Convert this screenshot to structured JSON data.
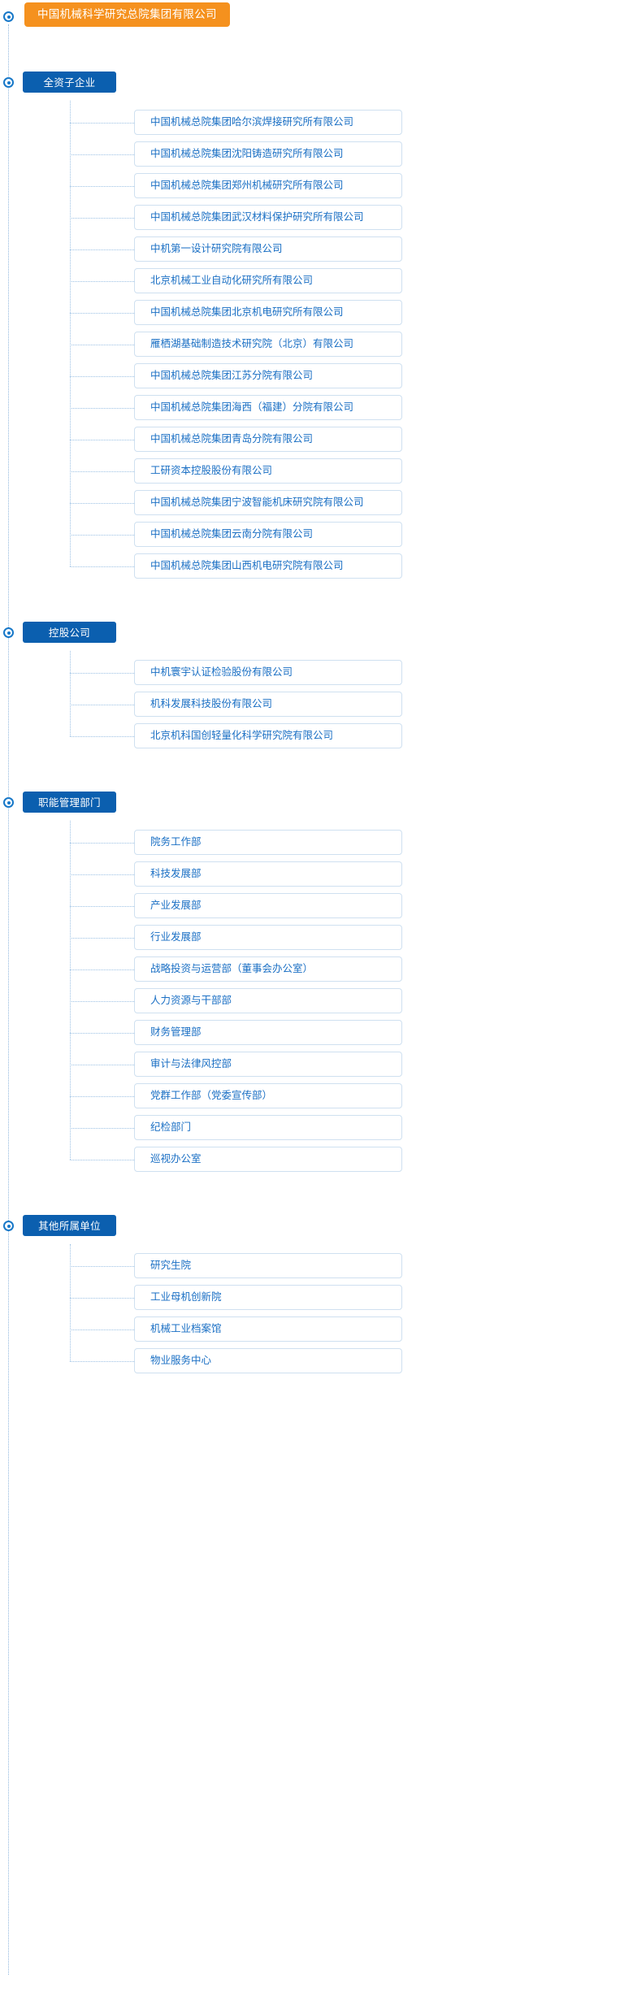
{
  "root": {
    "label": "中国机械科学研究总院集团有限公司",
    "color": "#f5911e"
  },
  "theme": {
    "category_color": "#0b5faf",
    "leaf_text_color": "#1a6fc4",
    "leaf_border_color": "#cfe0f0",
    "line_color": "#9cc1e4",
    "marker_color": "#1878c8"
  },
  "groups": [
    {
      "label": "全资子企业",
      "items": [
        "中国机械总院集团哈尔滨焊接研究所有限公司",
        "中国机械总院集团沈阳铸造研究所有限公司",
        "中国机械总院集团郑州机械研究所有限公司",
        "中国机械总院集团武汉材料保护研究所有限公司",
        "中机第一设计研究院有限公司",
        "北京机械工业自动化研究所有限公司",
        "中国机械总院集团北京机电研究所有限公司",
        "雁栖湖基础制造技术研究院（北京）有限公司",
        "中国机械总院集团江苏分院有限公司",
        "中国机械总院集团海西（福建）分院有限公司",
        "中国机械总院集团青岛分院有限公司",
        "工研资本控股股份有限公司",
        "中国机械总院集团宁波智能机床研究院有限公司",
        "中国机械总院集团云南分院有限公司",
        "中国机械总院集团山西机电研究院有限公司"
      ]
    },
    {
      "label": "控股公司",
      "items": [
        "中机寰宇认证检验股份有限公司",
        "机科发展科技股份有限公司",
        "北京机科国创轻量化科学研究院有限公司"
      ]
    },
    {
      "label": "职能管理部门",
      "items": [
        "院务工作部",
        "科技发展部",
        "产业发展部",
        "行业发展部",
        "战略投资与运营部（董事会办公室）",
        "人力资源与干部部",
        "财务管理部",
        "审计与法律风控部",
        "党群工作部（党委宣传部）",
        "纪检部门",
        "巡视办公室"
      ]
    },
    {
      "label": "其他所属单位",
      "items": [
        "研究生院",
        "工业母机创新院",
        "机械工业档案馆",
        "物业服务中心"
      ]
    }
  ]
}
